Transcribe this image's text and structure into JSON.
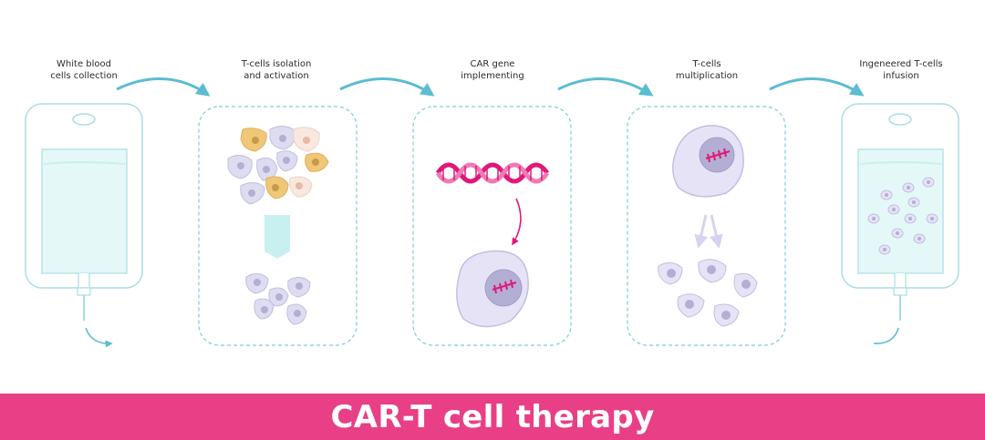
{
  "steps": [
    {
      "label": "White blood\ncells collection"
    },
    {
      "label": "T-cells isolation\nand activation"
    },
    {
      "label": "CAR gene\nimplementing"
    },
    {
      "label": "T-cells\nmultiplication"
    },
    {
      "label": "Ingeneered T-cells\ninfusion"
    }
  ],
  "banner": {
    "title": "CAR-T cell therapy"
  },
  "colors": {
    "arrow": "#5bbcd3",
    "dashed_border": "#7ecbd5",
    "bag_fill": "#e4f8f8",
    "cell_fill": "#dedcf0",
    "cell_nucleus": "#b3afd4",
    "activated_cell": "#f0c779",
    "dna_magenta": "#e0187a",
    "dna_pink": "#f07ab5",
    "banner": "#e83f86"
  }
}
